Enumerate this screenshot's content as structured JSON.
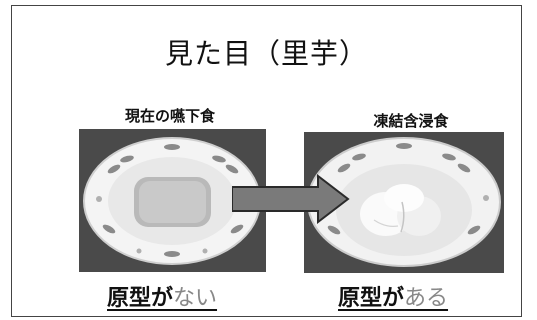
{
  "title": "見た目（里芋）",
  "panels": [
    {
      "label": "現在の嚥下食",
      "caption_main": "原型が",
      "caption_suffix": "ない"
    },
    {
      "label": "凍結含浸食",
      "caption_main": "原型が",
      "caption_suffix": "ある"
    }
  ],
  "colors": {
    "arrow_fill": "#7a7a7a",
    "photo_background": "#4a4a4a",
    "caption_suffix": "#888888"
  }
}
